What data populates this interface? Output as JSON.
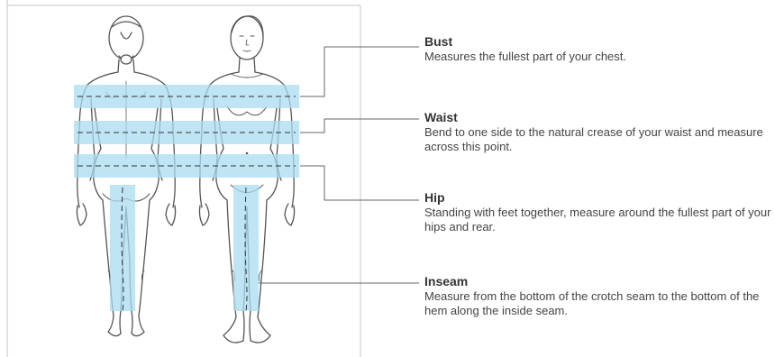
{
  "colors": {
    "band": "#a9dcf0",
    "outline": "#444444",
    "frame": "#bbbbbb",
    "text": "#333333"
  },
  "measurements": [
    {
      "title": "Bust",
      "description": "Measures the fullest part of your chest."
    },
    {
      "title": "Waist",
      "description": "Bend to one side to the natural crease of your waist and measure across this point."
    },
    {
      "title": "Hip",
      "description": "Standing with feet together, measure around the fullest part of your hips and rear."
    },
    {
      "title": "Inseam",
      "description": "Measure from the bottom of the crotch seam to the bottom of the hem along the inside seam."
    }
  ]
}
